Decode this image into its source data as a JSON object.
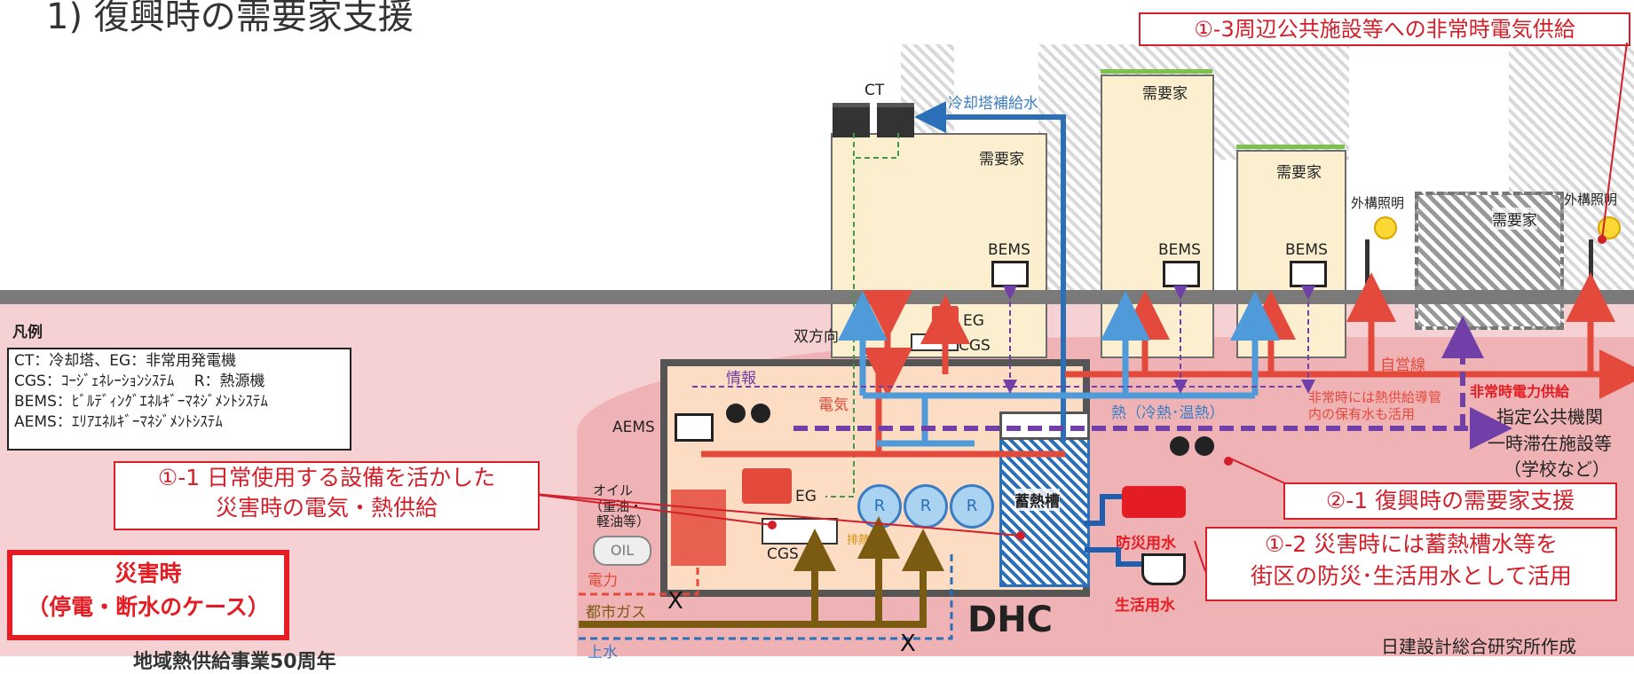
{
  "title": "1) 復興時の需要家支援",
  "header_callout": "①-3周辺公共施設等への非常時電気供給",
  "buildings": {
    "customer_label": "需要家",
    "bems_label": "BEMS",
    "ct_label": "CT",
    "ct_water_label": "冷却塔補給水",
    "outdoor_light_label": "外構照明"
  },
  "legend": {
    "heading": "凡例",
    "rows": [
      "CT：冷却塔、EG：非常用発電機",
      "CGS：ｺｰｼﾞｪﾈﾚｰｼｮﾝｼｽﾃﾑ　 R：熱源機",
      "BEMS：ﾋﾞﾙﾃﾞｨﾝｸﾞｴﾈﾙｷﾞｰﾏﾈｼﾞﾒﾝﾄｼｽﾃﾑ",
      "AEMS：ｴﾘｱｴﾈﾙｷﾞｰﾏﾈｼﾞﾒﾝﾄｼｽﾃﾑ"
    ]
  },
  "callouts": {
    "c1_1": [
      "①-1 日常使用する設備を活かした",
      "災害時の電気・熱供給"
    ],
    "c1_2": [
      "①-2 災害時には蓄熱槽水等を",
      "街区の防災･生活用水として活用"
    ],
    "c2_1": "②-1 復興時の需要家支援",
    "disaster": [
      "災害時",
      "（停電・断水のケース）"
    ]
  },
  "plant": {
    "aems": "AEMS",
    "info": "情報",
    "electricity": "電気",
    "bidirectional": "双方向",
    "eg": "EG",
    "cgs": "CGS",
    "r": "R",
    "exhaust_heat": "排熱",
    "storage": "蓄熱槽",
    "oil_label": [
      "オイル",
      "（重油・",
      "軽油等）"
    ],
    "oil_tank": "OIL",
    "dhc": "DHC",
    "heat_line": "熱（冷熱･温熱）"
  },
  "lines": {
    "power": "電力",
    "city_gas": "都市ガス",
    "water": "上水",
    "private_line": "自営線",
    "emergency_power": "非常時電力供給",
    "heat_pipe_note": [
      "非常時には熱供給導管",
      "内の保有水も活用"
    ]
  },
  "public": [
    "指定公共機関",
    "一時滞在施設等",
    "（学校など）"
  ],
  "water_use": {
    "fire": "防災用水",
    "life": "生活用水"
  },
  "credit": "日建設計総合研究所作成",
  "bottom_cut": "地域熱供給事業50周年",
  "colors": {
    "red": "#e34a3c",
    "blue": "#4f9bd9",
    "purple": "#7040a8",
    "brown": "#7b5a12",
    "green": "#3f9a4a"
  }
}
